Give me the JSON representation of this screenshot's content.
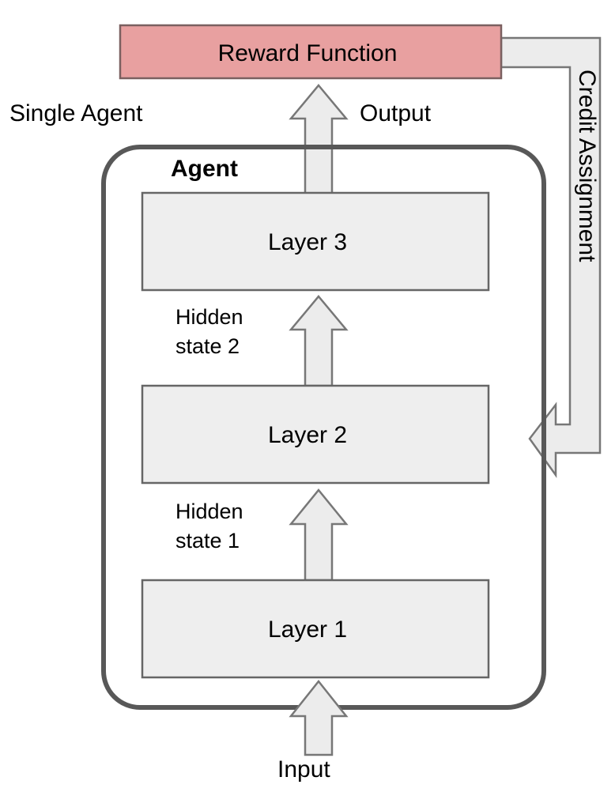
{
  "diagram": {
    "title_label": "Single Agent",
    "reward_box": {
      "label": "Reward Function",
      "fill": "#e8a0a0",
      "stroke": "#7b6060"
    },
    "agent_container": {
      "label": "Agent",
      "stroke": "#585858",
      "fill": "none"
    },
    "layers": [
      {
        "label": "Layer 3",
        "fill": "#eeeeee",
        "stroke": "#666666"
      },
      {
        "label": "Layer 2",
        "fill": "#eeeeee",
        "stroke": "#666666"
      },
      {
        "label": "Layer 1",
        "fill": "#eeeeee",
        "stroke": "#666666"
      }
    ],
    "arrows": {
      "output_label": "Output",
      "input_label": "Input",
      "hidden_state_2": "Hidden\nstate 2",
      "hidden_state_2_line1": "Hidden",
      "hidden_state_2_line2": "state 2",
      "hidden_state_1": "Hidden\nstate 1",
      "hidden_state_1_line1": "Hidden",
      "hidden_state_1_line2": "state 1",
      "credit_assignment_label": "Credit Assignment",
      "arrow_fill": "#ececec",
      "arrow_stroke": "#777777"
    },
    "colors": {
      "background": "#ffffff",
      "text": "#000000",
      "box_fill": "#eeeeee",
      "box_stroke": "#666666",
      "agent_stroke": "#585858",
      "reward_fill": "#e8a0a0"
    }
  }
}
